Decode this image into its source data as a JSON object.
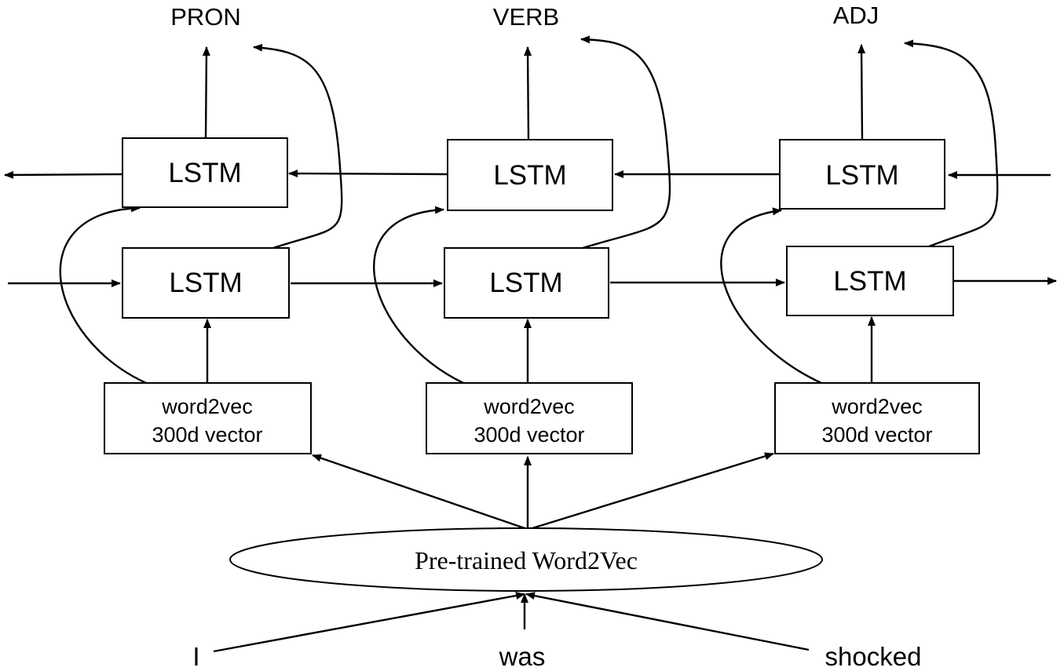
{
  "columns": [
    {
      "tag": "PRON",
      "word": "I",
      "backward_lstm": "LSTM",
      "forward_lstm": "LSTM",
      "embedding_line1": "word2vec",
      "embedding_line2": "300d vector"
    },
    {
      "tag": "VERB",
      "word": "was",
      "backward_lstm": "LSTM",
      "forward_lstm": "LSTM",
      "embedding_line1": "word2vec",
      "embedding_line2": "300d vector"
    },
    {
      "tag": "ADJ",
      "word": "shocked",
      "backward_lstm": "LSTM",
      "forward_lstm": "LSTM",
      "embedding_line1": "word2vec",
      "embedding_line2": "300d vector"
    }
  ],
  "pretrained_model_label": "Pre-trained Word2Vec"
}
